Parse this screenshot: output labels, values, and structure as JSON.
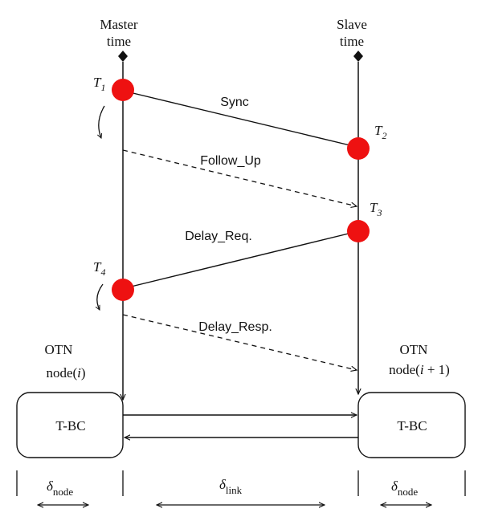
{
  "columns": {
    "master": {
      "line1": "Master",
      "line2": "time"
    },
    "slave": {
      "line1": "Slave",
      "line2": "time"
    }
  },
  "timestamps": {
    "t1": {
      "base": "T",
      "sub": "1"
    },
    "t2": {
      "base": "T",
      "sub": "2"
    },
    "t3": {
      "base": "T",
      "sub": "3"
    },
    "t4": {
      "base": "T",
      "sub": "4"
    }
  },
  "messages": {
    "sync": "Sync",
    "follow_up": "Follow_Up",
    "delay_req": "Delay_Req.",
    "delay_resp": "Delay_Resp."
  },
  "nodes": {
    "left": {
      "title": "OTN",
      "sub_prefix": "node(",
      "sub_var": "i",
      "sub_suffix": ")",
      "box_label": "T-BC"
    },
    "right": {
      "title": "OTN",
      "sub_prefix": "node(",
      "sub_var": "i",
      "sub_rest": " + 1)",
      "box_label": "T-BC"
    }
  },
  "delays": {
    "node_left": {
      "symbol": "δ",
      "sub": "node"
    },
    "link": {
      "symbol": "δ",
      "sub": "link"
    },
    "node_right": {
      "symbol": "δ",
      "sub": "node"
    }
  },
  "colors": {
    "event_dot": "#ee1111",
    "line": "#111111"
  }
}
